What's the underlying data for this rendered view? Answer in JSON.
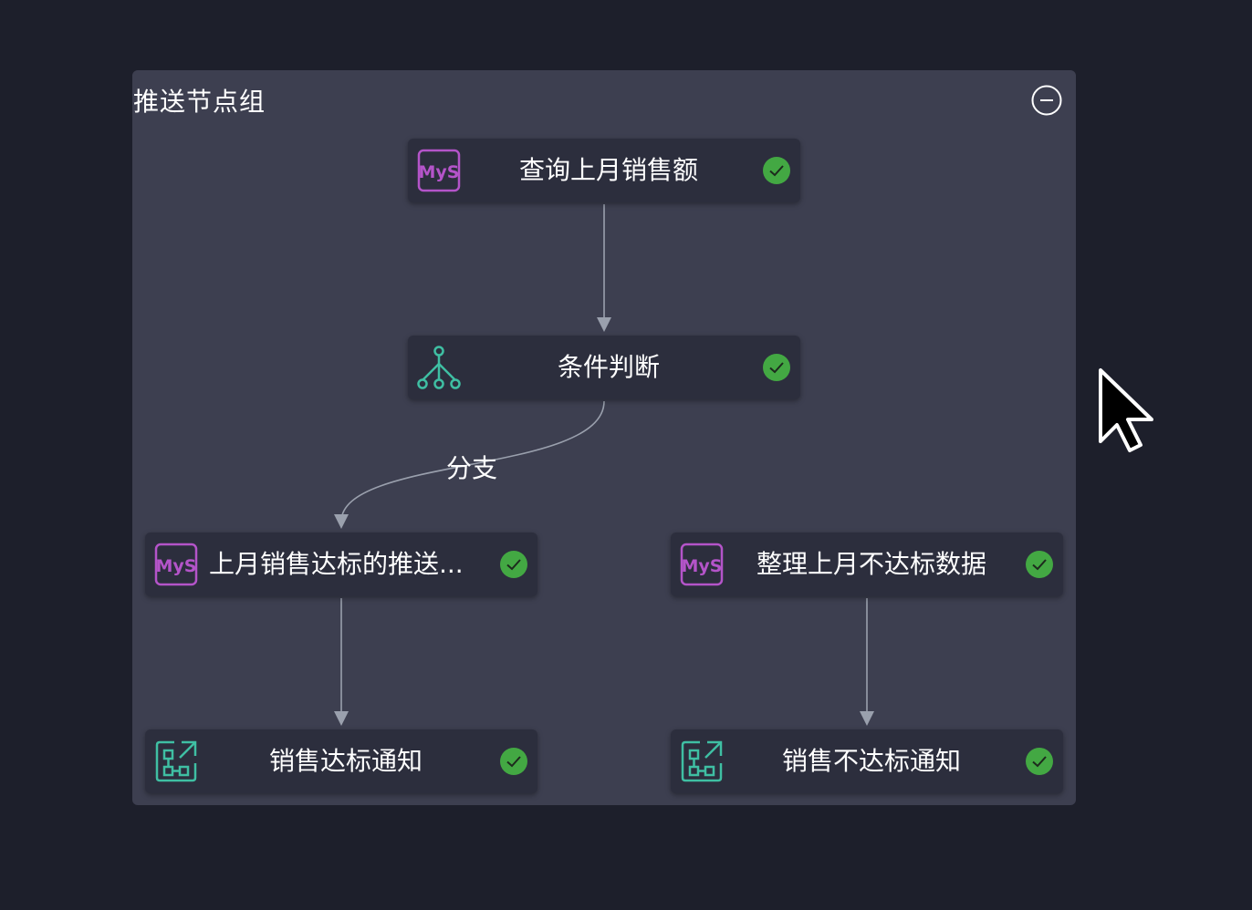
{
  "group": {
    "title": "推送节点组",
    "collapse_icon": "minus-circle-icon"
  },
  "nodes": [
    {
      "id": "query",
      "label": "查询上月销售额",
      "icon": "mysql-icon",
      "status": "success-check-icon"
    },
    {
      "id": "condition",
      "label": "条件判断",
      "icon": "branch-tree-icon",
      "status": "success-check-icon"
    },
    {
      "id": "push_met",
      "label": "上月销售达标的推送...",
      "icon": "mysql-icon",
      "status": "success-check-icon"
    },
    {
      "id": "organize_unmet",
      "label": "整理上月不达标数据",
      "icon": "mysql-icon",
      "status": "success-check-icon"
    },
    {
      "id": "notify_met",
      "label": "销售达标通知",
      "icon": "notify-flow-icon",
      "status": "success-check-icon"
    },
    {
      "id": "notify_unmet",
      "label": "销售不达标通知",
      "icon": "notify-flow-icon",
      "status": "success-check-icon"
    }
  ],
  "edges": [
    {
      "from": "query",
      "to": "condition",
      "label": ""
    },
    {
      "from": "condition",
      "to": "push_met",
      "label": "分支"
    },
    {
      "from": "push_met",
      "to": "notify_met",
      "label": ""
    },
    {
      "from": "organize_unmet",
      "to": "notify_unmet",
      "label": ""
    }
  ],
  "colors": {
    "background": "#1d1f2b",
    "group": "#3d3f50",
    "node": "#2c2e3d",
    "mysql": "#b454c9",
    "teal": "#3fbfa3",
    "success": "#43a843",
    "edge": "#9aa0ad"
  }
}
